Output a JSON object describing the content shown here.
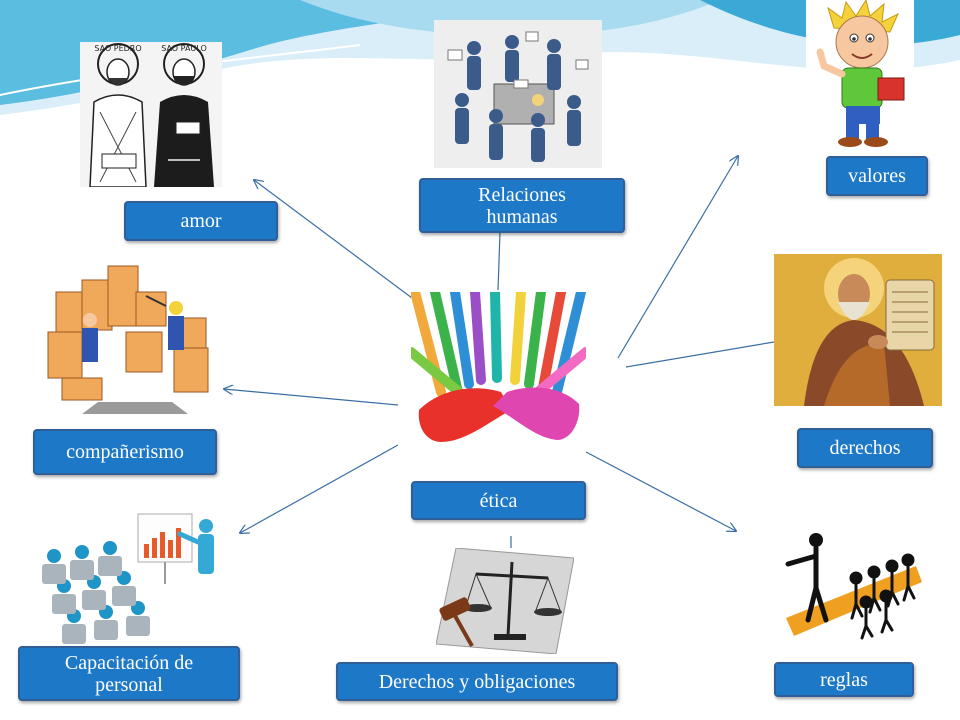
{
  "diagram": {
    "center": {
      "label": "ética"
    },
    "nodes": {
      "amor": "amor",
      "relaciones": "Relaciones humanas",
      "valores": "valores",
      "companerismo": "compañerismo",
      "derechos": "derechos",
      "capacitacion": "Capacitación de personal",
      "derechos_obligaciones": "Derechos y obligaciones",
      "reglas": "reglas"
    },
    "images": {
      "saints": {
        "caption": "SAO PEDRO",
        "caption2": "SAO PAULO"
      }
    },
    "colors": {
      "box_fill": "#1e78c8",
      "box_border": "#2f5f96",
      "box_text": "#ffffff",
      "arrow": "#3a6ea5",
      "wave": "#6fc3e3"
    }
  }
}
